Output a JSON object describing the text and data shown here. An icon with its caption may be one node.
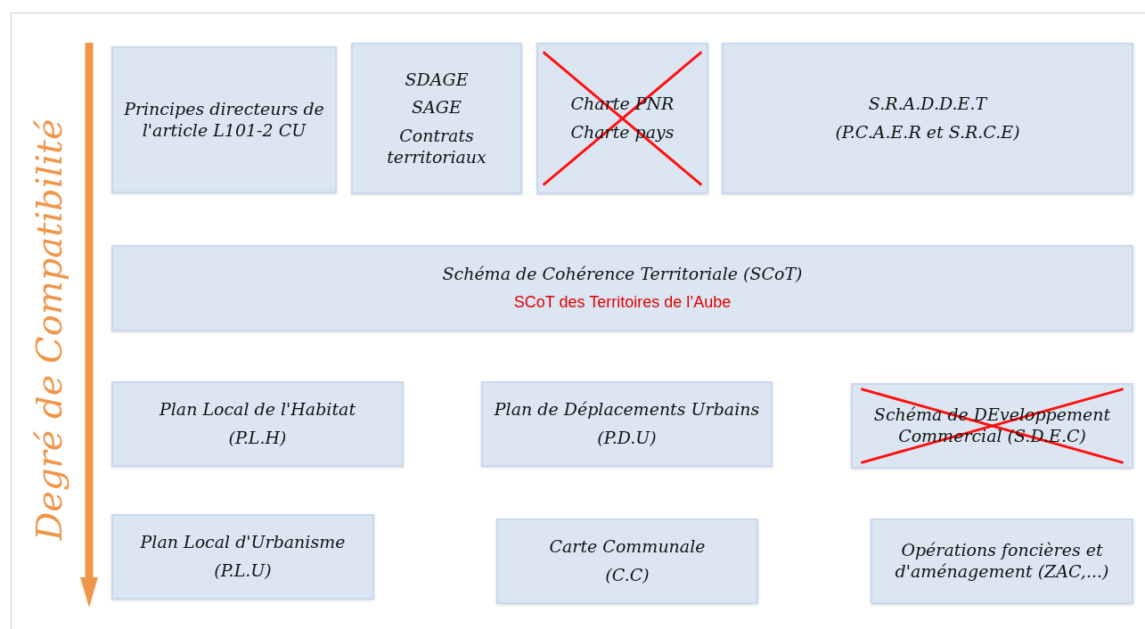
{
  "diagram": {
    "nodes": [
      {
        "text": [
          "Principes directeurs de l'article L101-2 CU"
        ]
      },
      {
        "text": [
          "SDAGE",
          "SAGE",
          "Contrats territoriaux"
        ]
      },
      {
        "text": [
          "Charte PNR",
          "Charte pays"
        ]
      },
      {
        "text": [
          "S.R.A.D.D.E.T",
          "(P.C.A.E.R et S.R.C.E)"
        ]
      },
      {
        "text": [
          "Schéma de Cohérence Territoriale (SCoT)",
          "SCoT des Territoires de l’Aube"
        ]
      },
      {
        "text": [
          "Plan Local de l'Habitat",
          "(P.L.H)"
        ]
      },
      {
        "text": [
          "Plan de Déplacements Urbains",
          "(P.D.U)"
        ]
      },
      {
        "text": [
          "Schéma de DEveloppement Commercial (S.D.E.C)"
        ]
      },
      {
        "text": [
          "Plan Local d'Urbanisme",
          "(P.L.U)"
        ]
      },
      {
        "text": [
          "Carte Communale",
          "(C.C)"
        ]
      },
      {
        "text": [
          "Opérations foncières et d'aménagement (ZAC,...)"
        ]
      }
    ],
    "labels": [
      "Degré de Compatibilité"
    ]
  }
}
